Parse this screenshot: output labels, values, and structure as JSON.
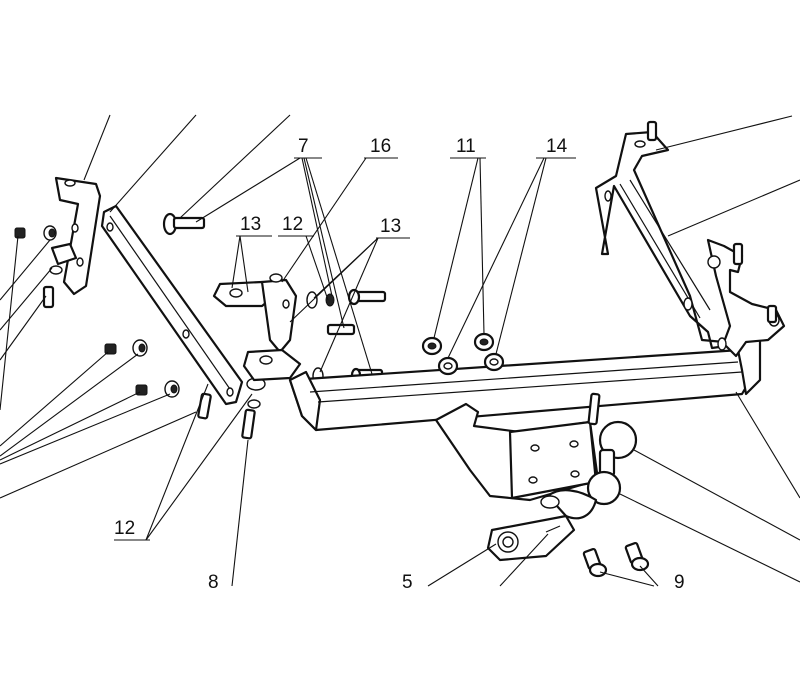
{
  "callouts": {
    "c7": "7",
    "c16": "16",
    "c11": "11",
    "c14": "14",
    "c13a": "13",
    "c12a": "12",
    "c13b": "13",
    "c12b": "12",
    "c8": "8",
    "c5": "5",
    "c9": "9"
  },
  "icons": {
    "drawing": "towbar-exploded-view"
  }
}
